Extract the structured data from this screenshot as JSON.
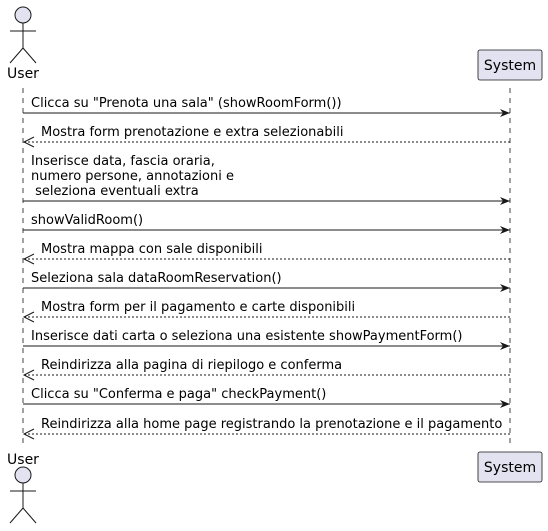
{
  "participants": {
    "user": {
      "label": "User"
    },
    "system": {
      "label": "System"
    }
  },
  "colors": {
    "participant_fill": "#E2E2F0",
    "participant_border": "#181818",
    "lifeline": "#181818",
    "arrow": "#181818",
    "text": "#000000"
  },
  "messages": [
    {
      "from": "user",
      "to": "system",
      "style": "sync",
      "lines": [
        "Clicca su \"Prenota una sala\" (showRoomForm())"
      ]
    },
    {
      "from": "system",
      "to": "user",
      "style": "reply",
      "lines": [
        "Mostra form prenotazione e extra selezionabili"
      ]
    },
    {
      "from": "user",
      "to": "system",
      "style": "sync",
      "lines": [
        "Inserisce data, fascia oraria,",
        "numero persone, annotazioni e",
        " seleziona eventuali extra"
      ]
    },
    {
      "from": "user",
      "to": "system",
      "style": "sync",
      "lines": [
        "showValidRoom()"
      ]
    },
    {
      "from": "system",
      "to": "user",
      "style": "reply",
      "lines": [
        "Mostra mappa con sale disponibili"
      ]
    },
    {
      "from": "user",
      "to": "system",
      "style": "sync",
      "lines": [
        "Seleziona sala dataRoomReservation()"
      ]
    },
    {
      "from": "system",
      "to": "user",
      "style": "reply",
      "lines": [
        "Mostra form per il pagamento e carte disponibili"
      ]
    },
    {
      "from": "user",
      "to": "system",
      "style": "sync",
      "lines": [
        "Inserisce dati carta o seleziona una esistente showPaymentForm()"
      ]
    },
    {
      "from": "system",
      "to": "user",
      "style": "reply",
      "lines": [
        "Reindirizza alla pagina di riepilogo e conferma"
      ]
    },
    {
      "from": "user",
      "to": "system",
      "style": "sync",
      "lines": [
        "Clicca su \"Conferma e paga\" checkPayment()"
      ]
    },
    {
      "from": "system",
      "to": "user",
      "style": "reply",
      "lines": [
        "Reindirizza alla home page registrando la prenotazione e il pagamento"
      ]
    }
  ]
}
